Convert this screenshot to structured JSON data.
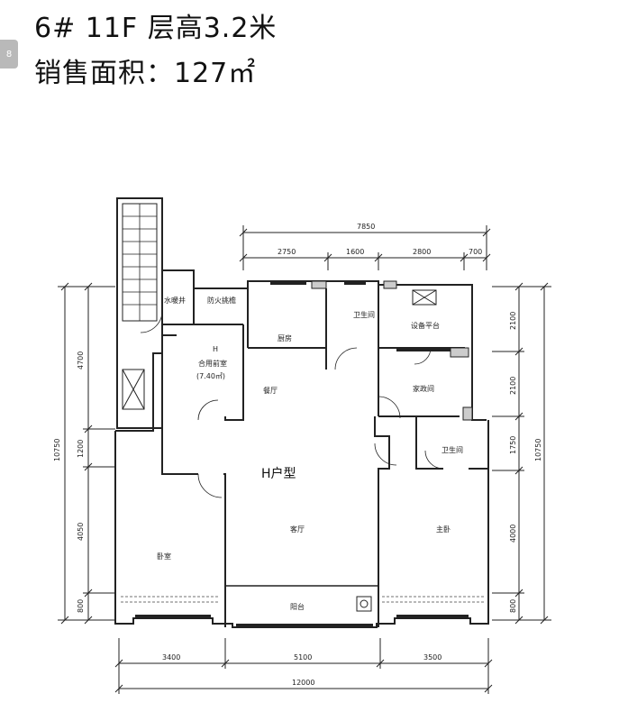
{
  "header": {
    "line1": "6# 11F 层高3.2米",
    "line2": "销售面积：127㎡",
    "badge": "8"
  },
  "plan": {
    "unit_label": "H户型",
    "rooms": {
      "water_well": "水暖井",
      "fire_room": "防火挑檐",
      "shared_room": "合用前室",
      "shared_area": "(7.40㎡)",
      "shared_mark": "H",
      "kitchen": "厨房",
      "bath1": "卫生间",
      "equip": "设备平台",
      "dining": "餐厅",
      "utility": "家政间",
      "bath2": "卫生间",
      "bedroom": "卧室",
      "living": "客厅",
      "master": "主卧",
      "balcony": "阳台"
    },
    "dims": {
      "top_total": "7850",
      "top_segments": [
        "2750",
        "1600",
        "2800",
        "700"
      ],
      "bottom_segments": [
        "3400",
        "5100",
        "3500"
      ],
      "bottom_total": "12000",
      "left_total": "10750",
      "left_segments": [
        "4700",
        "1200",
        "4050",
        "800"
      ],
      "right_total": "10750",
      "right_segments": [
        "2100",
        "2100",
        "1750",
        "4000",
        "800"
      ]
    }
  }
}
